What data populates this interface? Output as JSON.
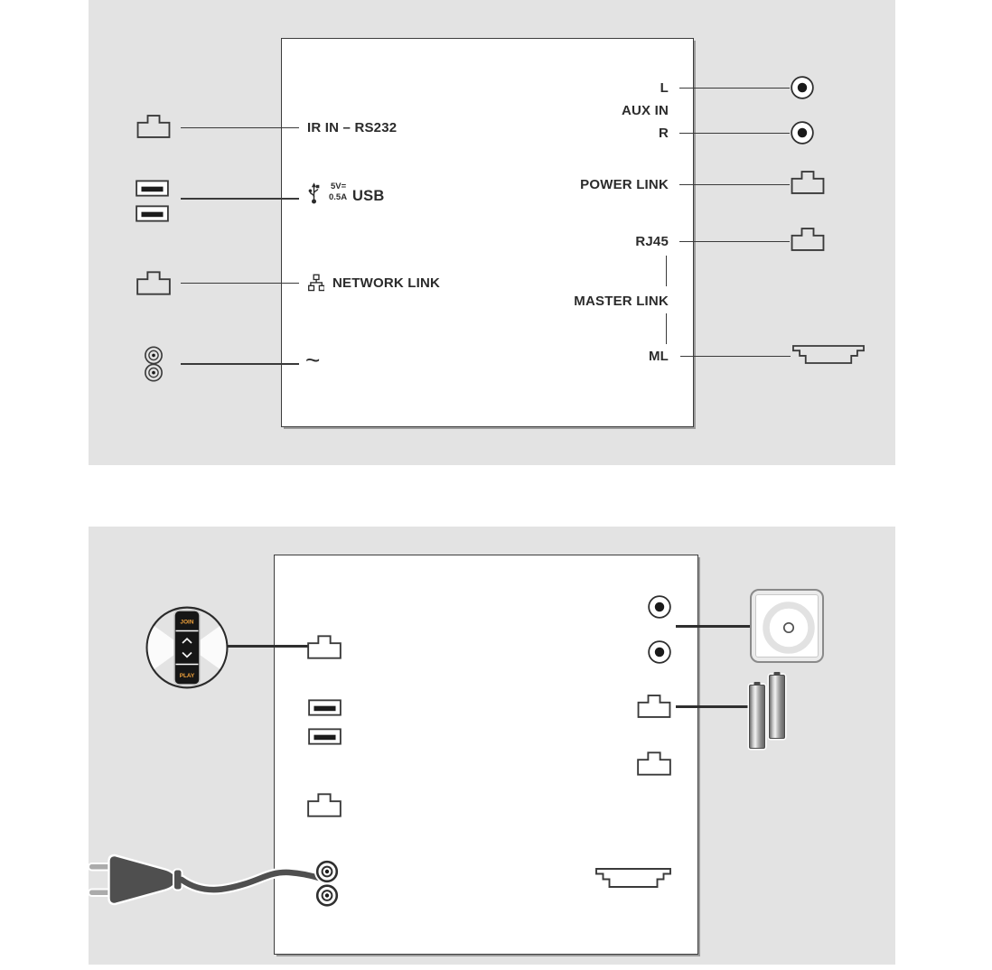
{
  "colors": {
    "panel_bg": "#e3e3e3",
    "outline": "#3a3a3a",
    "text": "#2b2b2b",
    "accent_orange": "#f2a33c",
    "plug_gray": "#4f4f4f"
  },
  "top_panel": {
    "labels": {
      "ir_in": "IR IN – RS232",
      "usb_voltage": "5V=",
      "usb_current": "0.5A",
      "usb": "USB",
      "network_link": "NETWORK LINK",
      "mains": "~",
      "left_channel": "L",
      "aux_in": "AUX IN",
      "right_channel": "R",
      "power_link": "POWER LINK",
      "rj45": "RJ45",
      "master_link": "MASTER LINK",
      "ml": "ML"
    }
  },
  "bottom_panel": {
    "remote": {
      "join": "JOIN",
      "play": "PLAY"
    }
  },
  "icons": {
    "rj45_socket": "rj45-socket-icon",
    "usb_port": "usb-port-icon",
    "usb_symbol": "usb-trident-icon",
    "network": "network-nodes-icon",
    "mains_connector": "figure8-power-icon",
    "rca_jack": "rca-jack-icon",
    "master_link_plug": "master-link-plug-icon",
    "remote_control": "remote-control-icon",
    "mains_plug": "mains-plug-icon",
    "wall_control": "wall-control-icon",
    "battery": "aa-battery-icon"
  }
}
